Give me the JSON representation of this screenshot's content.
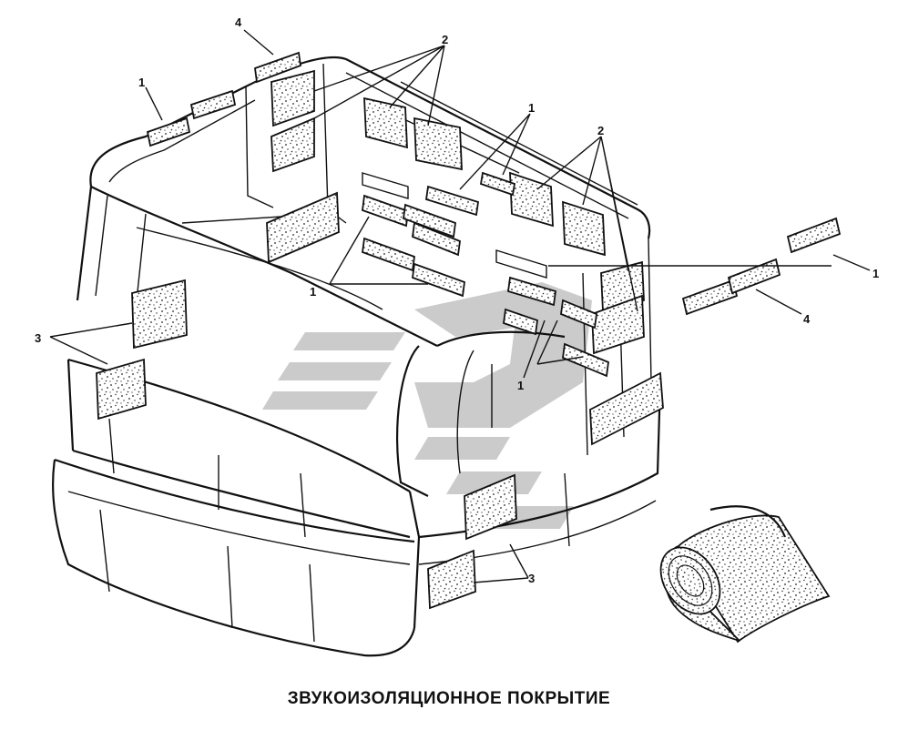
{
  "caption": "ЗВУКОИЗОЛЯЦИОННОЕ ПОКРЫТИЕ",
  "callouts": [
    {
      "id": "c-4-top",
      "text": "4"
    },
    {
      "id": "c-1-topleft",
      "text": "1"
    },
    {
      "id": "c-2-top",
      "text": "2"
    },
    {
      "id": "c-1-center",
      "text": "1"
    },
    {
      "id": "c-2-right",
      "text": "2"
    },
    {
      "id": "c-1-right",
      "text": "1"
    },
    {
      "id": "c-4-right",
      "text": "4"
    },
    {
      "id": "c-1-lower",
      "text": "1"
    },
    {
      "id": "c-1-mid",
      "text": "1"
    },
    {
      "id": "c-3-left",
      "text": "3"
    },
    {
      "id": "c-3-bottom",
      "text": "3"
    }
  ],
  "colors": {
    "ink": "#111111",
    "watermark": "#b9b9b9",
    "paper": "#ffffff"
  }
}
